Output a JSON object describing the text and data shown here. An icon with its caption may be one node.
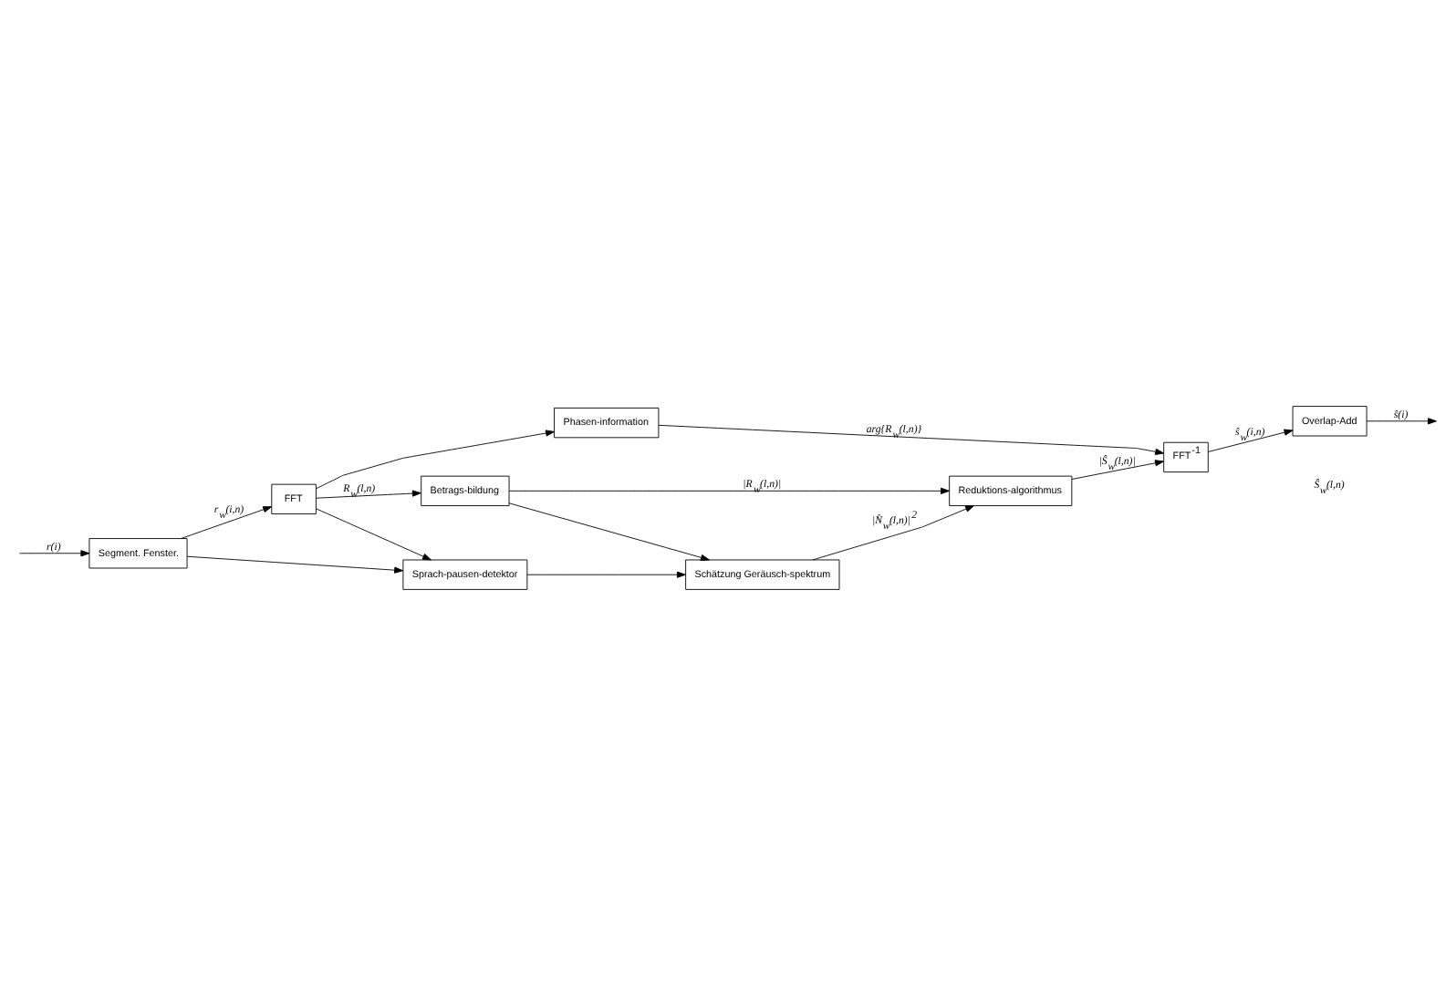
{
  "diagram": {
    "nodes": [
      {
        "text": [
          "Segment. Fenster."
        ]
      },
      {
        "text": [
          "FFT"
        ]
      },
      {
        "text": [
          "Sprach-pausen-detektor"
        ]
      },
      {
        "text": [
          "Betrags-bildung"
        ]
      },
      {
        "text": [
          "Schätzung Geräusch-spektrum"
        ]
      },
      {
        "text": [
          "Phasen-information"
        ]
      },
      {
        "text": [
          "Reduktions-algorithmus"
        ]
      },
      {
        "text": [
          "FFT$^{-1}$"
        ]
      },
      {
        "text": [
          "Overlap-Add"
        ]
      }
    ],
    "edges": [
      {
        "from": null,
        "to": 0,
        "arrow": "to",
        "label": "r(i)"
      },
      {
        "from": 0,
        "to": 1,
        "arrow": "to",
        "label": "r$_{w}$(i,n)"
      },
      {
        "from": 0,
        "to": 2,
        "arrow": "to"
      },
      {
        "from": 1,
        "to": 3,
        "arrow": "to",
        "label": "R$_{w}$(l,n)"
      },
      {
        "from": 1,
        "to": 2,
        "arrow": "to"
      },
      {
        "from": 1,
        "to": 5,
        "arrow": "to"
      },
      {
        "from": 2,
        "to": 4,
        "arrow": "to"
      },
      {
        "from": 3,
        "to": 4,
        "arrow": "to"
      },
      {
        "from": 3,
        "to": 6,
        "arrow": "to",
        "label": "|R$_{w}$(l,n)|"
      },
      {
        "from": 4,
        "to": 6,
        "arrow": "to",
        "label": "|N̂$_{w}$(l,n)|$^{2}$"
      },
      {
        "from": 5,
        "to": 7,
        "arrow": "to",
        "label": "arg{R$_{w}$(l,n)}"
      },
      {
        "from": 6,
        "to": 7,
        "arrow": "to",
        "label": "|Ŝ$_{w}$(l,n)|"
      },
      {
        "from": 7,
        "to": 8,
        "arrow": "to",
        "label": "ŝ$_{w}$(i,n)"
      },
      {
        "from": 8,
        "to": null,
        "arrow": "to",
        "label": "ŝ(i)"
      }
    ],
    "labels": [
      "Ŝ$_{w}$(l,n)"
    ]
  }
}
